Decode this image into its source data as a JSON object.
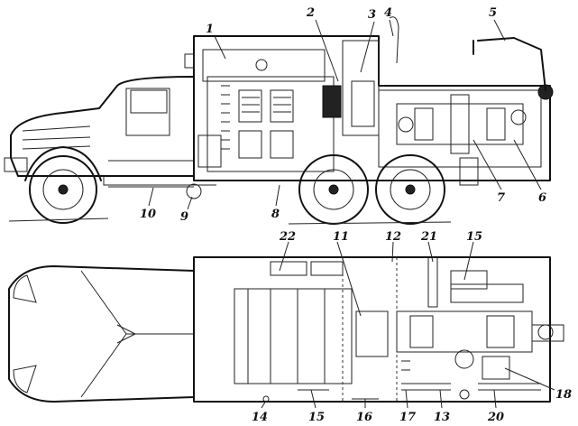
{
  "side_view": {
    "labels": [
      "1",
      "2",
      "3",
      "4",
      "5",
      "6",
      "7",
      "8",
      "9",
      "10"
    ]
  },
  "plan_view": {
    "labels_top": [
      "22",
      "11",
      "12",
      "21",
      "15"
    ],
    "labels_bottom": [
      "14",
      "15",
      "16",
      "17",
      "13",
      "20",
      "18"
    ]
  }
}
